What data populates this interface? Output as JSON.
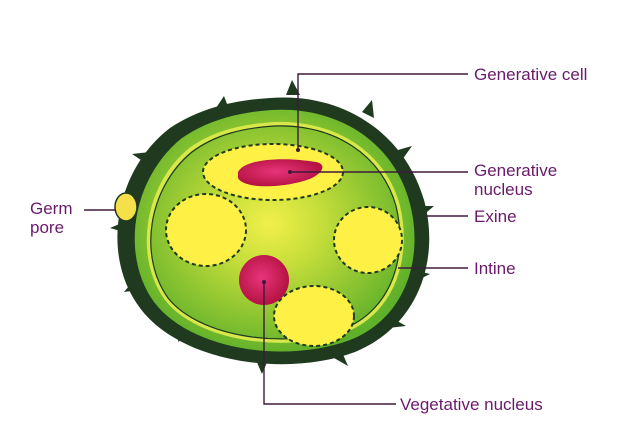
{
  "labels": {
    "germ_pore": [
      "Germ",
      "pore"
    ],
    "generative_cell": "Generative cell",
    "generative_nucleus": [
      "Generative",
      "nucleus"
    ],
    "exine": "Exine",
    "intine": "Intine",
    "vegetative_nucleus": "Vegetative nucleus"
  },
  "colors": {
    "label_text": "#6a1a6a",
    "exine_dark": "#1f3a1f",
    "cytoplasm": "#6fbf2a",
    "intine_rim": "#d8e84a",
    "vacuole": "#fff046",
    "nucleus": "#c0144e",
    "germ_pore": "#f5e04a"
  }
}
